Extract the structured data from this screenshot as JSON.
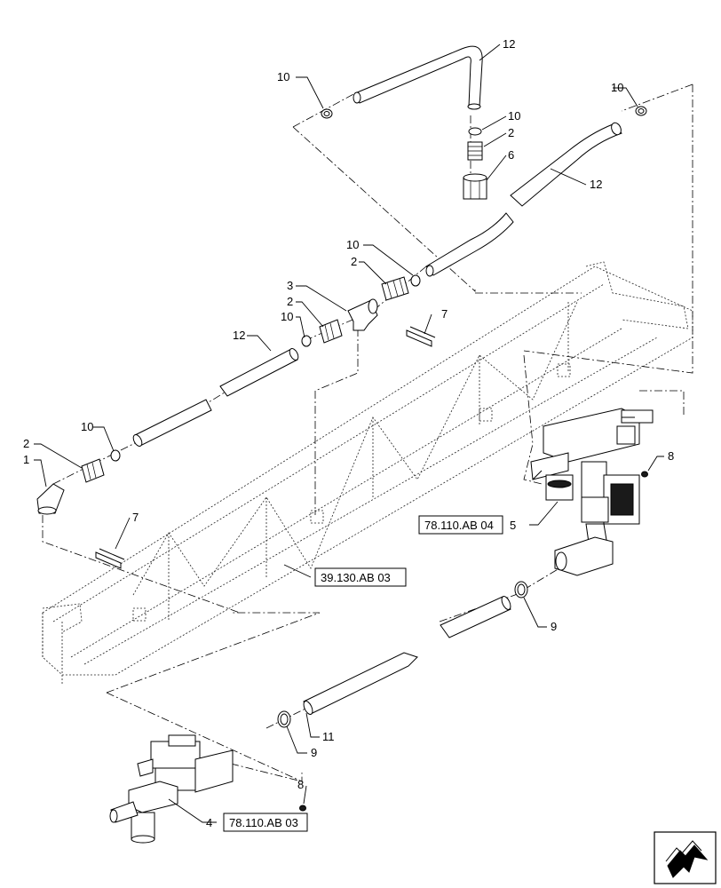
{
  "callouts": {
    "c12a": "12",
    "c10a": "10",
    "c10b": "10",
    "c10c": "10",
    "c2a": "2",
    "c6": "6",
    "c12b": "12",
    "c10d": "10",
    "c2b": "2",
    "c3": "3",
    "c2c": "2",
    "c10e": "10",
    "c7a": "7",
    "c12c": "12",
    "c10f": "10",
    "c2d": "2",
    "c1": "1",
    "c7b": "7",
    "c8a": "8",
    "c5": "5",
    "c9a": "9",
    "c11": "11",
    "c9b": "9",
    "c8b": "8",
    "c4": "4"
  },
  "references": {
    "ref_78_110_ab_04": "78.110.AB 04",
    "ref_39_130_ab_03": "39.130.AB 03",
    "ref_78_110_ab_03": "78.110.AB 03"
  },
  "icons": {
    "navigation": "next-page-arrow-icon"
  }
}
